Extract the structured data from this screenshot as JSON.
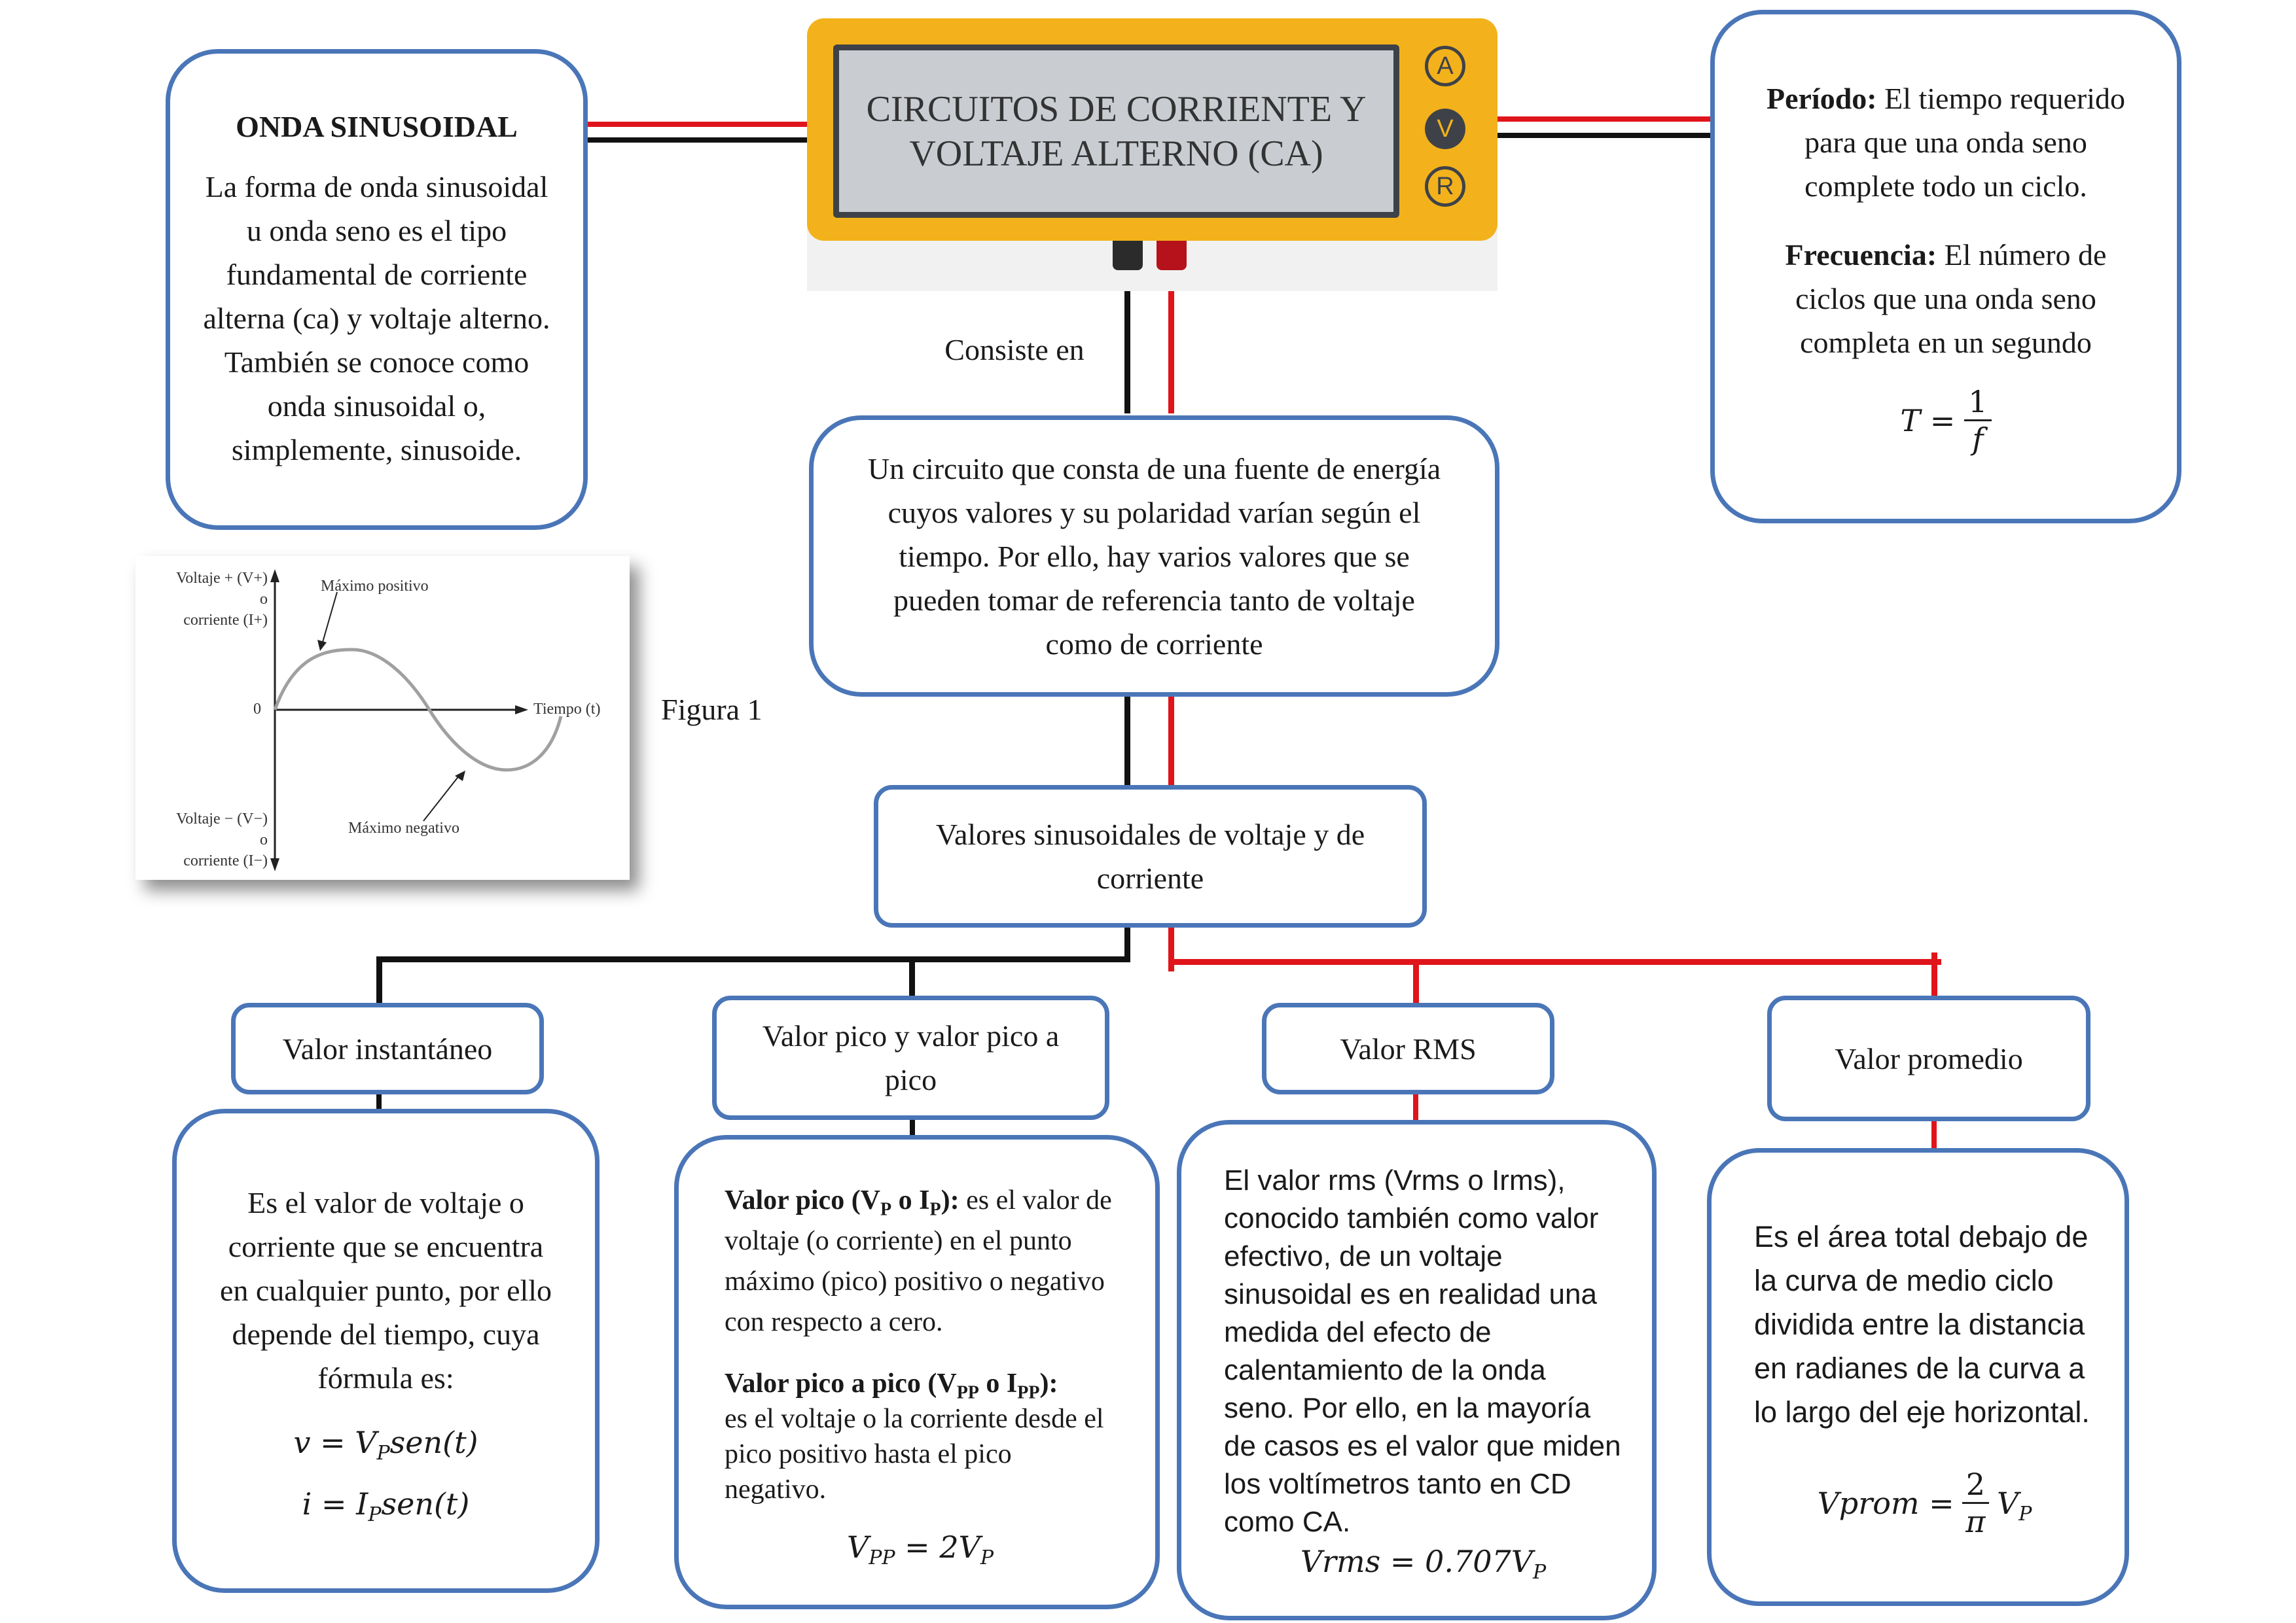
{
  "title": {
    "line1": "CIRCUITOS DE CORRIENTE Y",
    "line2": "VOLTAJE ALTERNO (CA)"
  },
  "meter_buttons": [
    "A",
    "V",
    "R"
  ],
  "connector_label": "Consiste en",
  "onda": {
    "heading": "ONDA SINUSOIDAL",
    "text": "La forma de onda sinusoidal u onda seno es el tipo fundamental de corriente alterna (ca) y voltaje alterno. También se conoce como onda sinusoidal o, simplemente, sinusoide."
  },
  "periodo": {
    "periodo_label": "Período:",
    "periodo_text": " El tiempo requerido para que una onda seno complete todo un ciclo.",
    "frecuencia_label": "Frecuencia:",
    "frecuencia_text": " El número de ciclos que una onda seno completa en un segundo",
    "formula_lhs": "T =",
    "formula_num": "1",
    "formula_den": "f"
  },
  "definition": "Un circuito que consta de una fuente de energía cuyos valores y su polaridad varían según el tiempo. Por ello, hay varios valores que se pueden tomar de referencia tanto de voltaje como de corriente",
  "valores": "Valores sinusoidales de voltaje y de corriente",
  "figure": {
    "caption": "Figura 1",
    "y_top_l1": "Voltaje + (V+)",
    "y_top_l2": "o",
    "y_top_l3": "corriente (I+)",
    "y_bot_l1": "Voltaje − (V−)",
    "y_bot_l2": "o",
    "y_bot_l3": "corriente (I−)",
    "zero": "0",
    "x_label": "Tiempo (t)",
    "max_pos": "Máximo positivo",
    "max_neg": "Máximo negativo"
  },
  "categories": {
    "instantaneo": "Valor instantáneo",
    "pico": "Valor pico y valor pico a pico",
    "rms": "Valor RMS",
    "promedio": "Valor promedio"
  },
  "instantaneo_detail": {
    "text": "Es el valor de voltaje o corriente que se encuentra en cualquier punto, por ello depende del tiempo, cuya fórmula es:",
    "f1_lhs": "v = V",
    "f1_sub": "P",
    "f1_rhs": "sen(t)",
    "f2_lhs": "i = I",
    "f2_sub": "P",
    "f2_rhs": "sen(t)"
  },
  "pico_detail": {
    "p1_label": "Valor pico (V",
    "p1_sub1": "P",
    "p1_mid": " o I",
    "p1_sub2": "P",
    "p1_end": "):",
    "p1_text": " es el valor de voltaje (o corriente) en el punto máximo (pico) positivo o negativo con respecto a cero.",
    "p2_label": "Valor pico a pico (V",
    "p2_sub1": "PP",
    "p2_mid": " o I",
    "p2_sub2": "PP",
    "p2_end": "):",
    "p2_text": "es el voltaje o la corriente desde el pico positivo hasta el pico negativo.",
    "formula_lhs": "V",
    "formula_sub1": "PP",
    "formula_mid": " = 2V",
    "formula_sub2": "P"
  },
  "rms_detail": {
    "text": "El valor rms (Vrms o Irms), conocido también como valor efectivo, de un voltaje sinusoidal es en realidad una medida del efecto de calentamiento de la onda seno. Por ello, en la mayoría de casos es el valor que miden los voltímetros tanto en CD como CA.",
    "formula": "Vrms = 0.707V",
    "formula_sub": "P"
  },
  "promedio_detail": {
    "text": "Es el área total debajo de la curva de medio ciclo dividida entre la distancia en radianes de la curva a lo largo del eje horizontal.",
    "formula_lhs": "Vprom =",
    "formula_num": "2",
    "formula_den": "π",
    "formula_rhs": "V",
    "formula_sub": "P"
  },
  "colors": {
    "border": "#4a76b8",
    "meter": "#f3b21b",
    "red_wire": "#e0141b",
    "black_wire": "#111111"
  }
}
